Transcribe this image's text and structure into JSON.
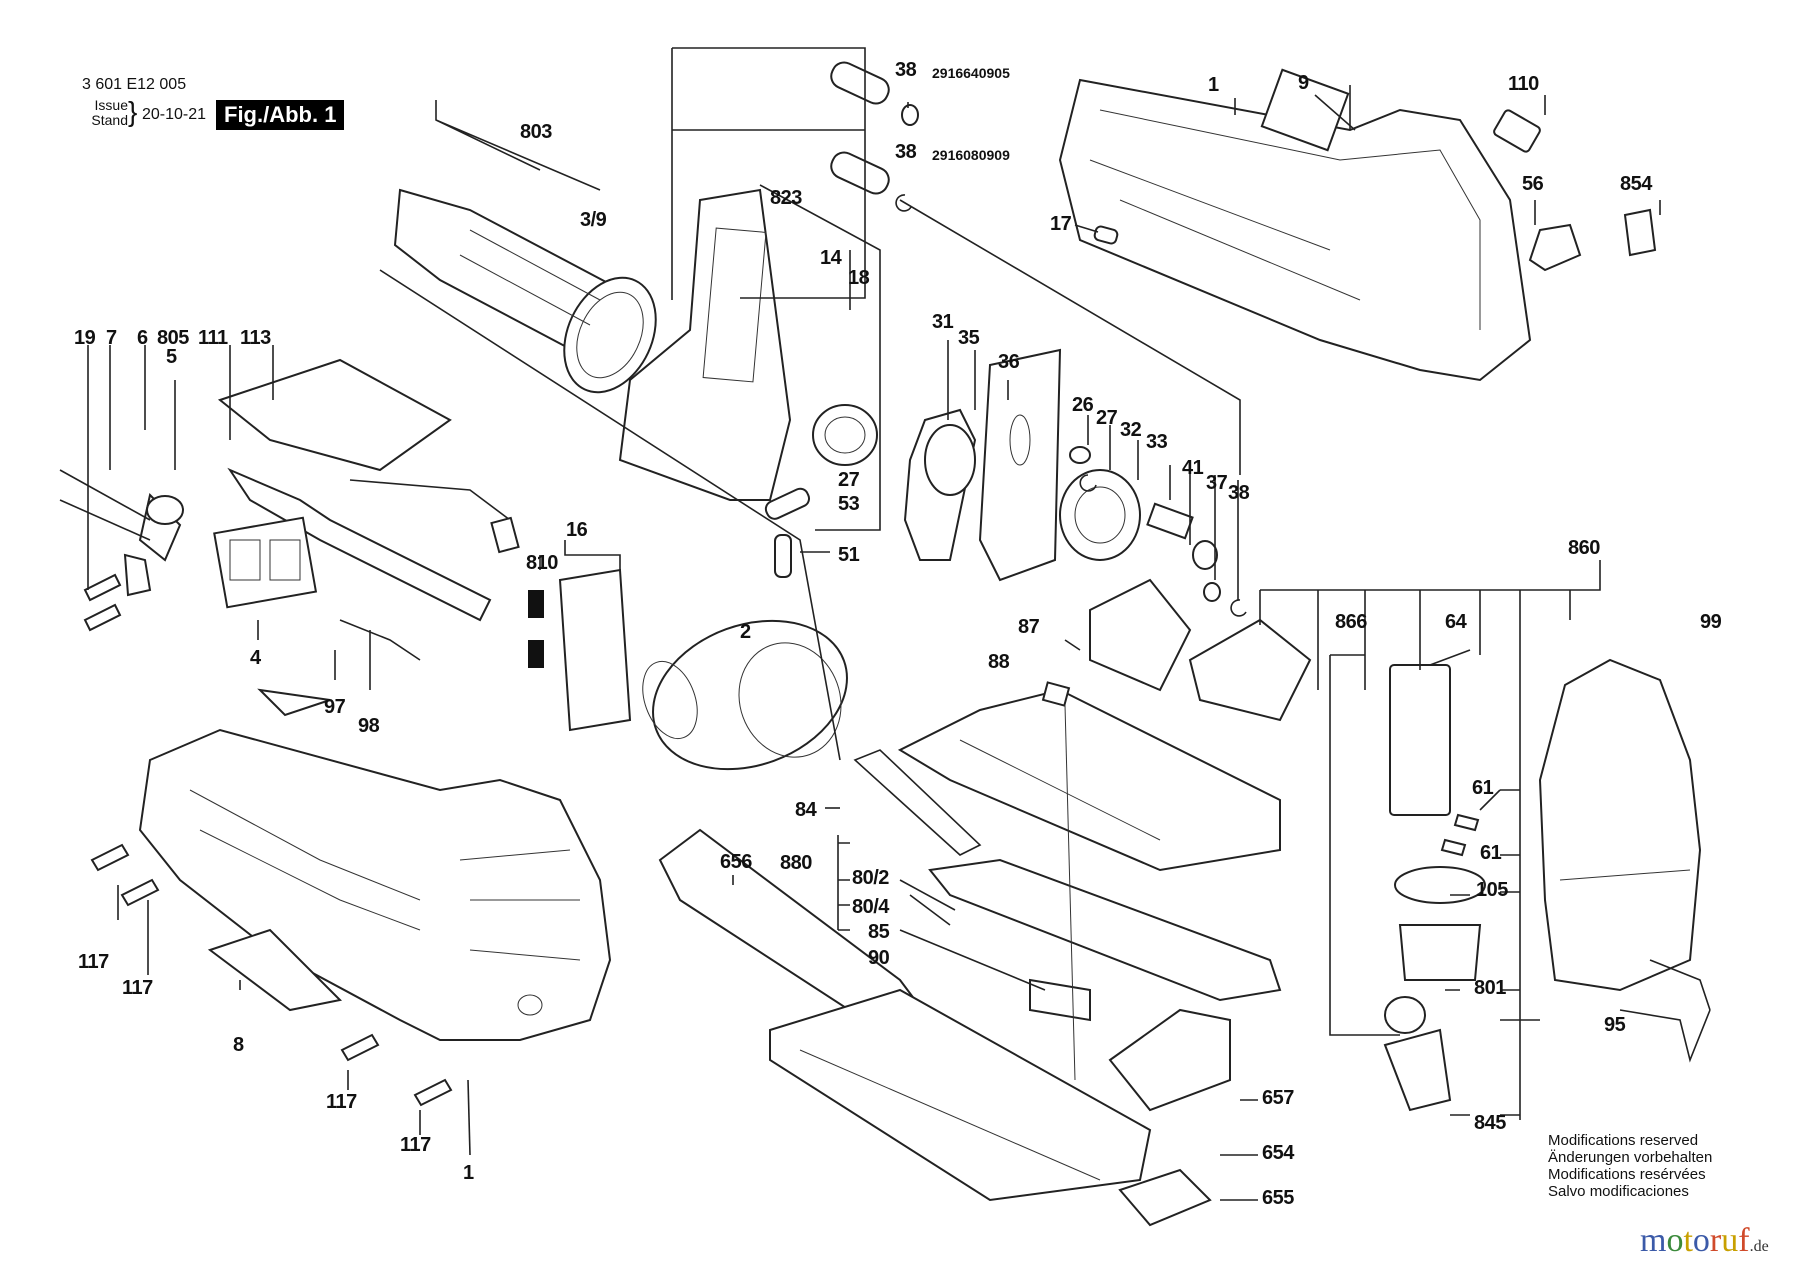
{
  "header": {
    "drawing_number": "3 601 E12 005",
    "issue_label": "Issue\nStand",
    "issue_date": "20-10-21",
    "figure_label": "Fig./Abb. 1"
  },
  "callouts": [
    {
      "id": "803",
      "text": "803"
    },
    {
      "id": "3_9",
      "text": "3/9"
    },
    {
      "id": "38a",
      "text": "38"
    },
    {
      "id": "38a_pn",
      "text": "2916640905"
    },
    {
      "id": "38b",
      "text": "38"
    },
    {
      "id": "38b_pn",
      "text": "2916080909"
    },
    {
      "id": "823",
      "text": "823"
    },
    {
      "id": "14",
      "text": "14"
    },
    {
      "id": "18",
      "text": "18"
    },
    {
      "id": "1_top",
      "text": "1"
    },
    {
      "id": "9",
      "text": "9"
    },
    {
      "id": "110",
      "text": "110"
    },
    {
      "id": "56",
      "text": "56"
    },
    {
      "id": "854",
      "text": "854"
    },
    {
      "id": "17",
      "text": "17"
    },
    {
      "id": "19",
      "text": "19"
    },
    {
      "id": "7",
      "text": "7"
    },
    {
      "id": "6",
      "text": "6"
    },
    {
      "id": "805",
      "text": "805"
    },
    {
      "id": "5",
      "text": "5"
    },
    {
      "id": "111",
      "text": "111"
    },
    {
      "id": "113",
      "text": "113"
    },
    {
      "id": "31",
      "text": "31"
    },
    {
      "id": "35",
      "text": "35"
    },
    {
      "id": "36",
      "text": "36"
    },
    {
      "id": "26",
      "text": "26"
    },
    {
      "id": "27a",
      "text": "27"
    },
    {
      "id": "32",
      "text": "32"
    },
    {
      "id": "33",
      "text": "33"
    },
    {
      "id": "41",
      "text": "41"
    },
    {
      "id": "37",
      "text": "37"
    },
    {
      "id": "38c",
      "text": "38"
    },
    {
      "id": "27b",
      "text": "27"
    },
    {
      "id": "53",
      "text": "53"
    },
    {
      "id": "51",
      "text": "51"
    },
    {
      "id": "16",
      "text": "16"
    },
    {
      "id": "810",
      "text": "810"
    },
    {
      "id": "4",
      "text": "4"
    },
    {
      "id": "2",
      "text": "2"
    },
    {
      "id": "97",
      "text": "97"
    },
    {
      "id": "98",
      "text": "98"
    },
    {
      "id": "87",
      "text": "87"
    },
    {
      "id": "88",
      "text": "88"
    },
    {
      "id": "860",
      "text": "860"
    },
    {
      "id": "866",
      "text": "866"
    },
    {
      "id": "64",
      "text": "64"
    },
    {
      "id": "99",
      "text": "99"
    },
    {
      "id": "84",
      "text": "84"
    },
    {
      "id": "656",
      "text": "656"
    },
    {
      "id": "880",
      "text": "880"
    },
    {
      "id": "80_2",
      "text": "80/2"
    },
    {
      "id": "80_4",
      "text": "80/4"
    },
    {
      "id": "85",
      "text": "85"
    },
    {
      "id": "90",
      "text": "90"
    },
    {
      "id": "61a",
      "text": "61"
    },
    {
      "id": "61b",
      "text": "61"
    },
    {
      "id": "105",
      "text": "105"
    },
    {
      "id": "801",
      "text": "801"
    },
    {
      "id": "95",
      "text": "95"
    },
    {
      "id": "845",
      "text": "845"
    },
    {
      "id": "657",
      "text": "657"
    },
    {
      "id": "654",
      "text": "654"
    },
    {
      "id": "655",
      "text": "655"
    },
    {
      "id": "117a",
      "text": "117"
    },
    {
      "id": "117b",
      "text": "117"
    },
    {
      "id": "117c",
      "text": "117"
    },
    {
      "id": "117d",
      "text": "117"
    },
    {
      "id": "8",
      "text": "8"
    },
    {
      "id": "1_bottom",
      "text": "1"
    }
  ],
  "notes": [
    "Modifications reserved",
    "Änderungen vorbehalten",
    "Modifications resérvées",
    "Salvo modificaciones"
  ],
  "brand": {
    "letters": [
      "m",
      "o",
      "t",
      "o",
      "r",
      "u",
      "f"
    ],
    "colors": [
      "#3b5aa8",
      "#3b8a3b",
      "#c8a000",
      "#3b5aa8",
      "#d04a2a",
      "#c8a000",
      "#d04a2a"
    ],
    "tld": ".de"
  }
}
